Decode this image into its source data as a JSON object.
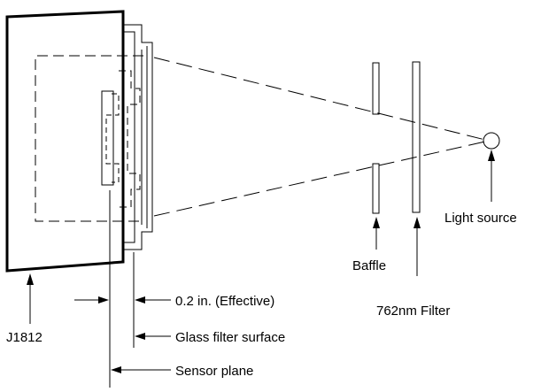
{
  "labels": {
    "device": "J1812",
    "effective_distance": "0.2 in. (Effective)",
    "glass_filter_surface": "Glass filter surface",
    "sensor_plane": "Sensor plane",
    "baffle": "Baffle",
    "filter": "762nm Filter",
    "light_source": "Light source"
  },
  "colors": {
    "stroke": "#000000",
    "background": "#ffffff"
  }
}
